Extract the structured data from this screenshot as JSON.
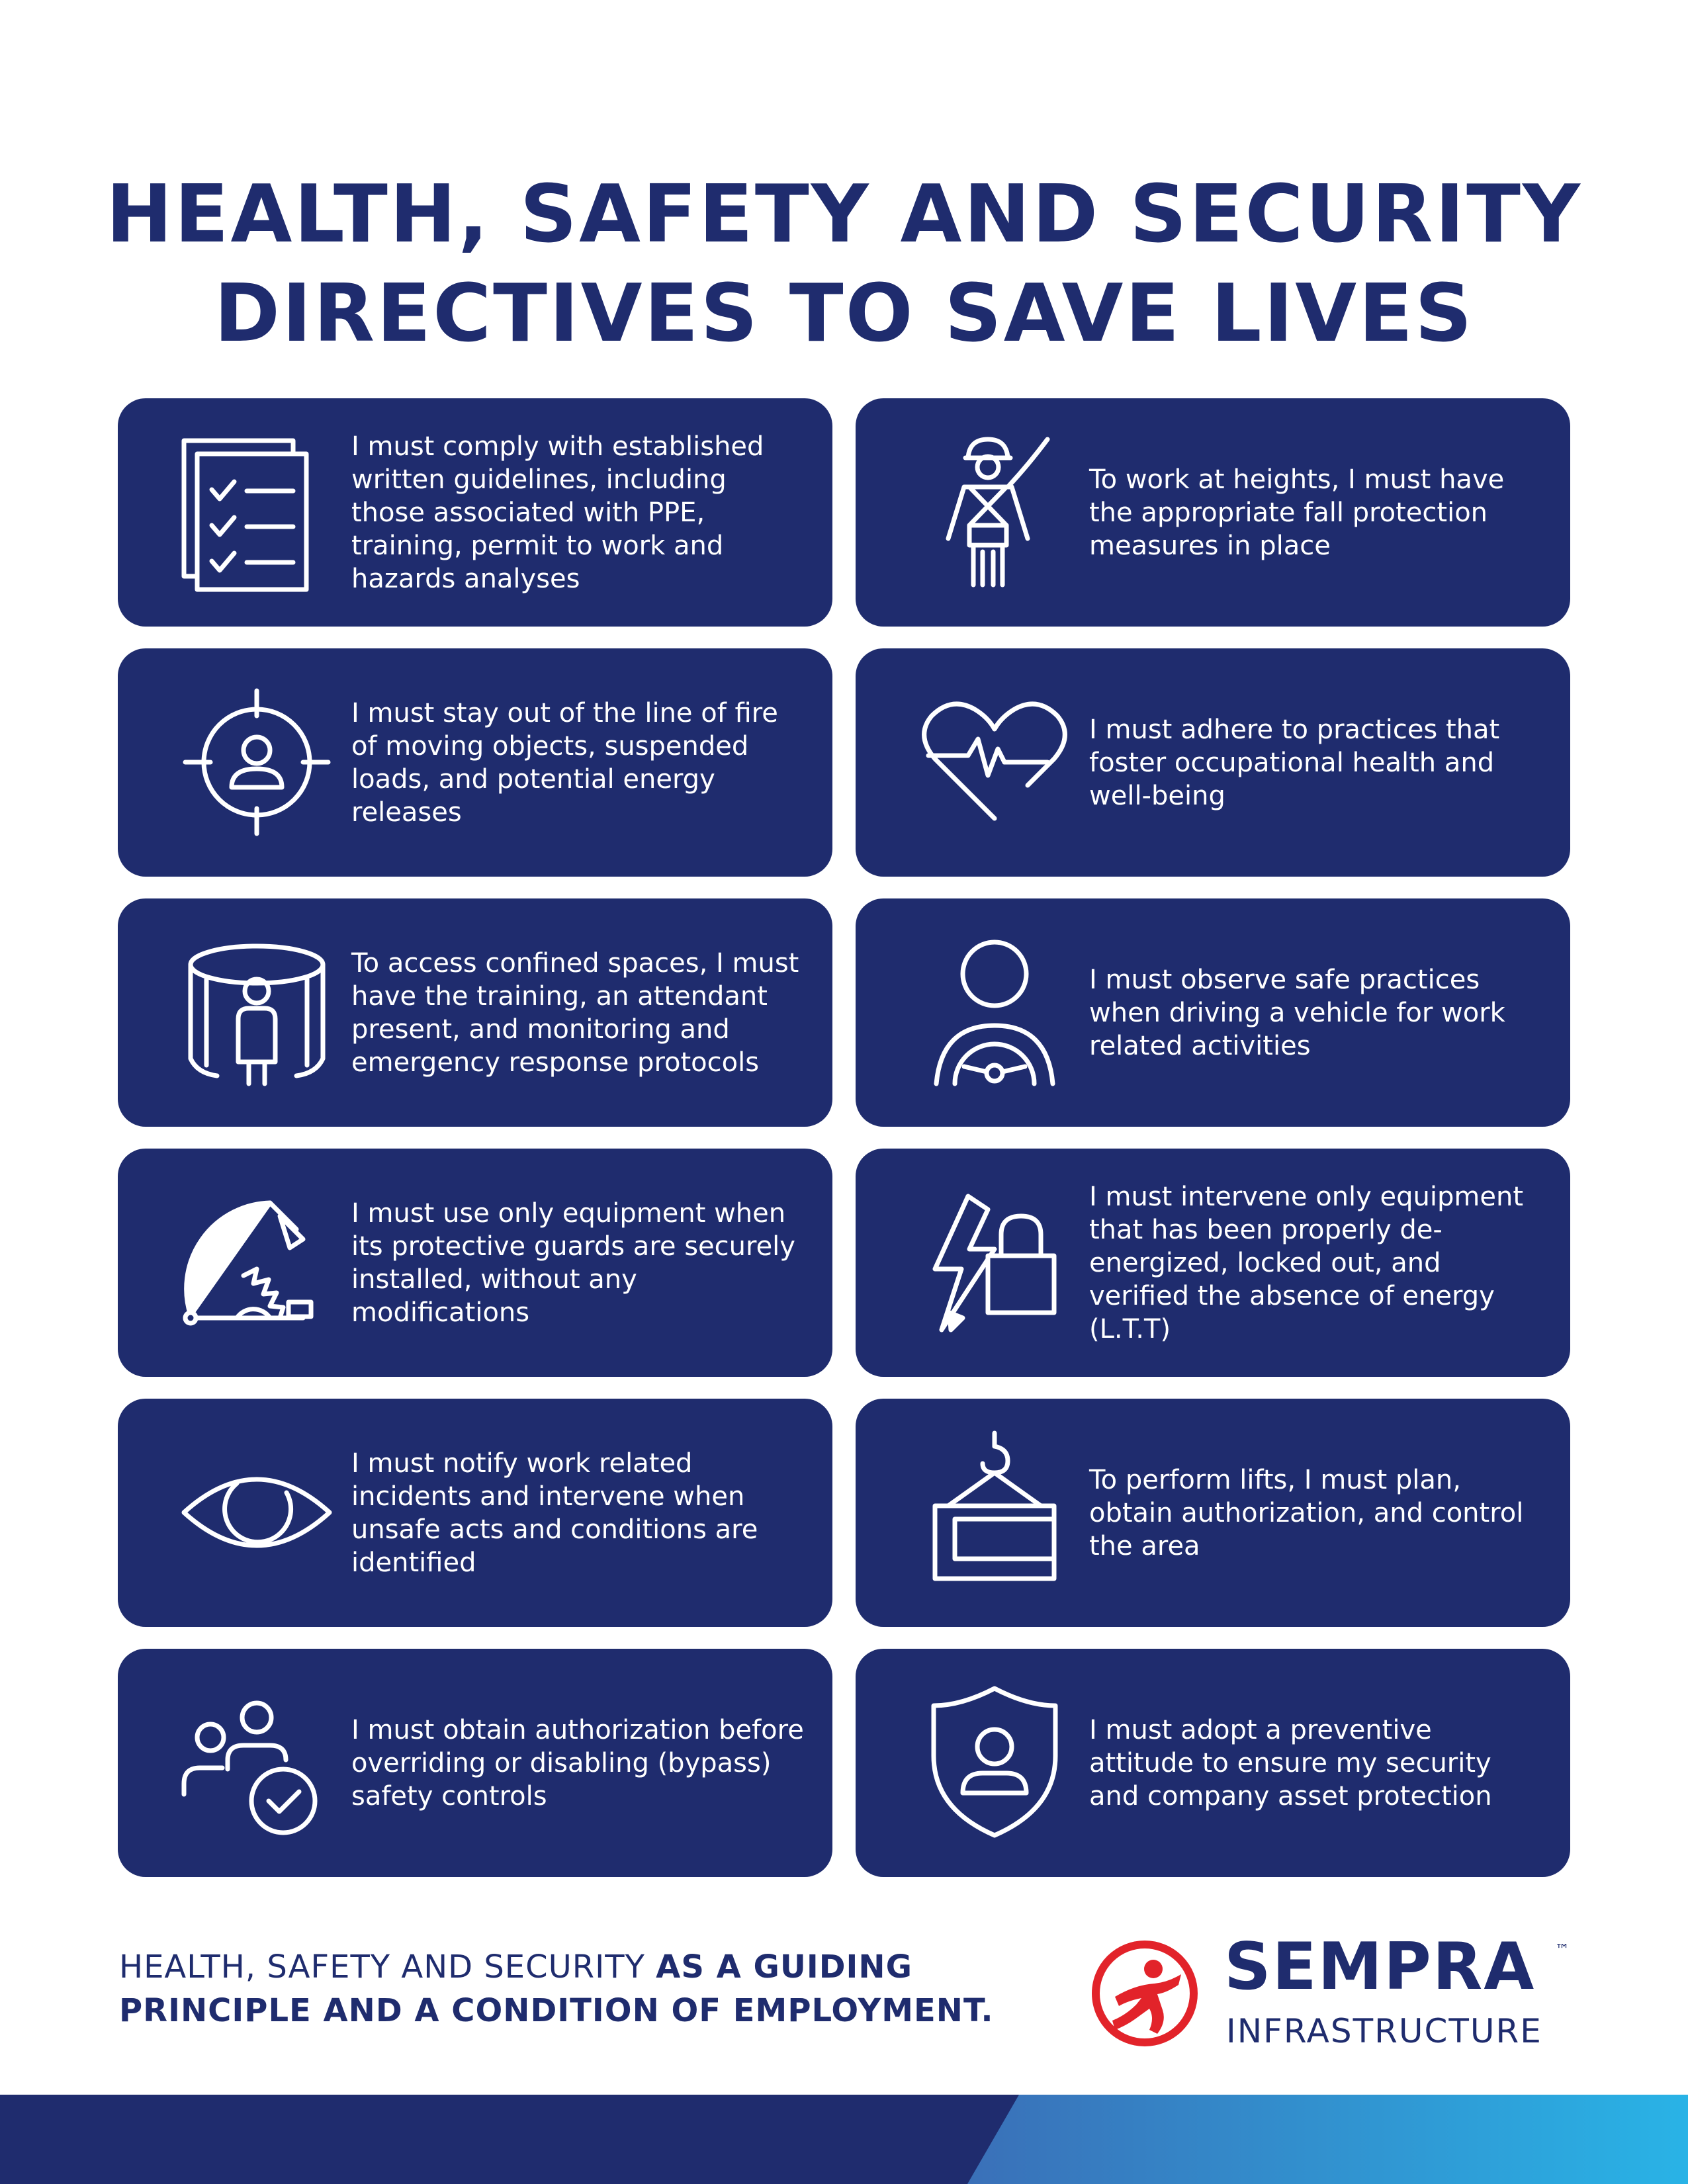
{
  "title": {
    "line1": "HEALTH, SAFETY AND SECURITY",
    "line2": "DIRECTIVES TO SAVE LIVES"
  },
  "colors": {
    "navy": "#1f2c6e",
    "logo_red": "#e2232a",
    "gradient_blue": "#29b3e6",
    "white": "#ffffff"
  },
  "directives": [
    {
      "icon": "checklist-icon",
      "text": "I must comply with established written guidelines, including those associated with PPE, training, permit to work and hazards analyses"
    },
    {
      "icon": "fall-harness-icon",
      "text": "To work at heights, I must have the appropriate fall protection measures in place"
    },
    {
      "icon": "line-of-fire-target-icon",
      "text": "I must stay out of the line of fire of moving objects, suspended loads, and potential energy releases"
    },
    {
      "icon": "heart-pulse-icon",
      "text": "I must adhere to practices that foster occupational health and well-being"
    },
    {
      "icon": "confined-space-icon",
      "text": "To access confined spaces, I must have the training, an attendant present, and monitoring and emergency response protocols"
    },
    {
      "icon": "driver-steering-wheel-icon",
      "text": "I must observe safe practices when driving a vehicle for work related activities"
    },
    {
      "icon": "machine-guard-icon",
      "text": "I must use only equipment when its protective guards are securely installed, without any modifications"
    },
    {
      "icon": "lockout-energy-icon",
      "text": "I must intervene only equipment that has been properly de-energized, locked out, and verified the absence of energy (L.T.T)"
    },
    {
      "icon": "eye-icon",
      "text": "I must notify work related incidents and intervene when unsafe acts and conditions are identified"
    },
    {
      "icon": "crane-hook-load-icon",
      "text": "To perform lifts, I must plan, obtain authorization, and control the area"
    },
    {
      "icon": "people-approval-icon",
      "text": "I must obtain authorization before overriding or disabling (bypass) safety controls"
    },
    {
      "icon": "shield-person-icon",
      "text": "I must adopt a preventive attitude to ensure my security and company asset protection"
    }
  ],
  "footer": {
    "tagline_normal": "HEALTH, SAFETY AND SECURITY ",
    "tagline_bold": "AS A GUIDING PRINCIPLE AND A CONDITION OF EMPLOYMENT.",
    "logo_name": "SEMPRA",
    "logo_tm": "™",
    "logo_sub": "INFRASTRUCTURE"
  }
}
